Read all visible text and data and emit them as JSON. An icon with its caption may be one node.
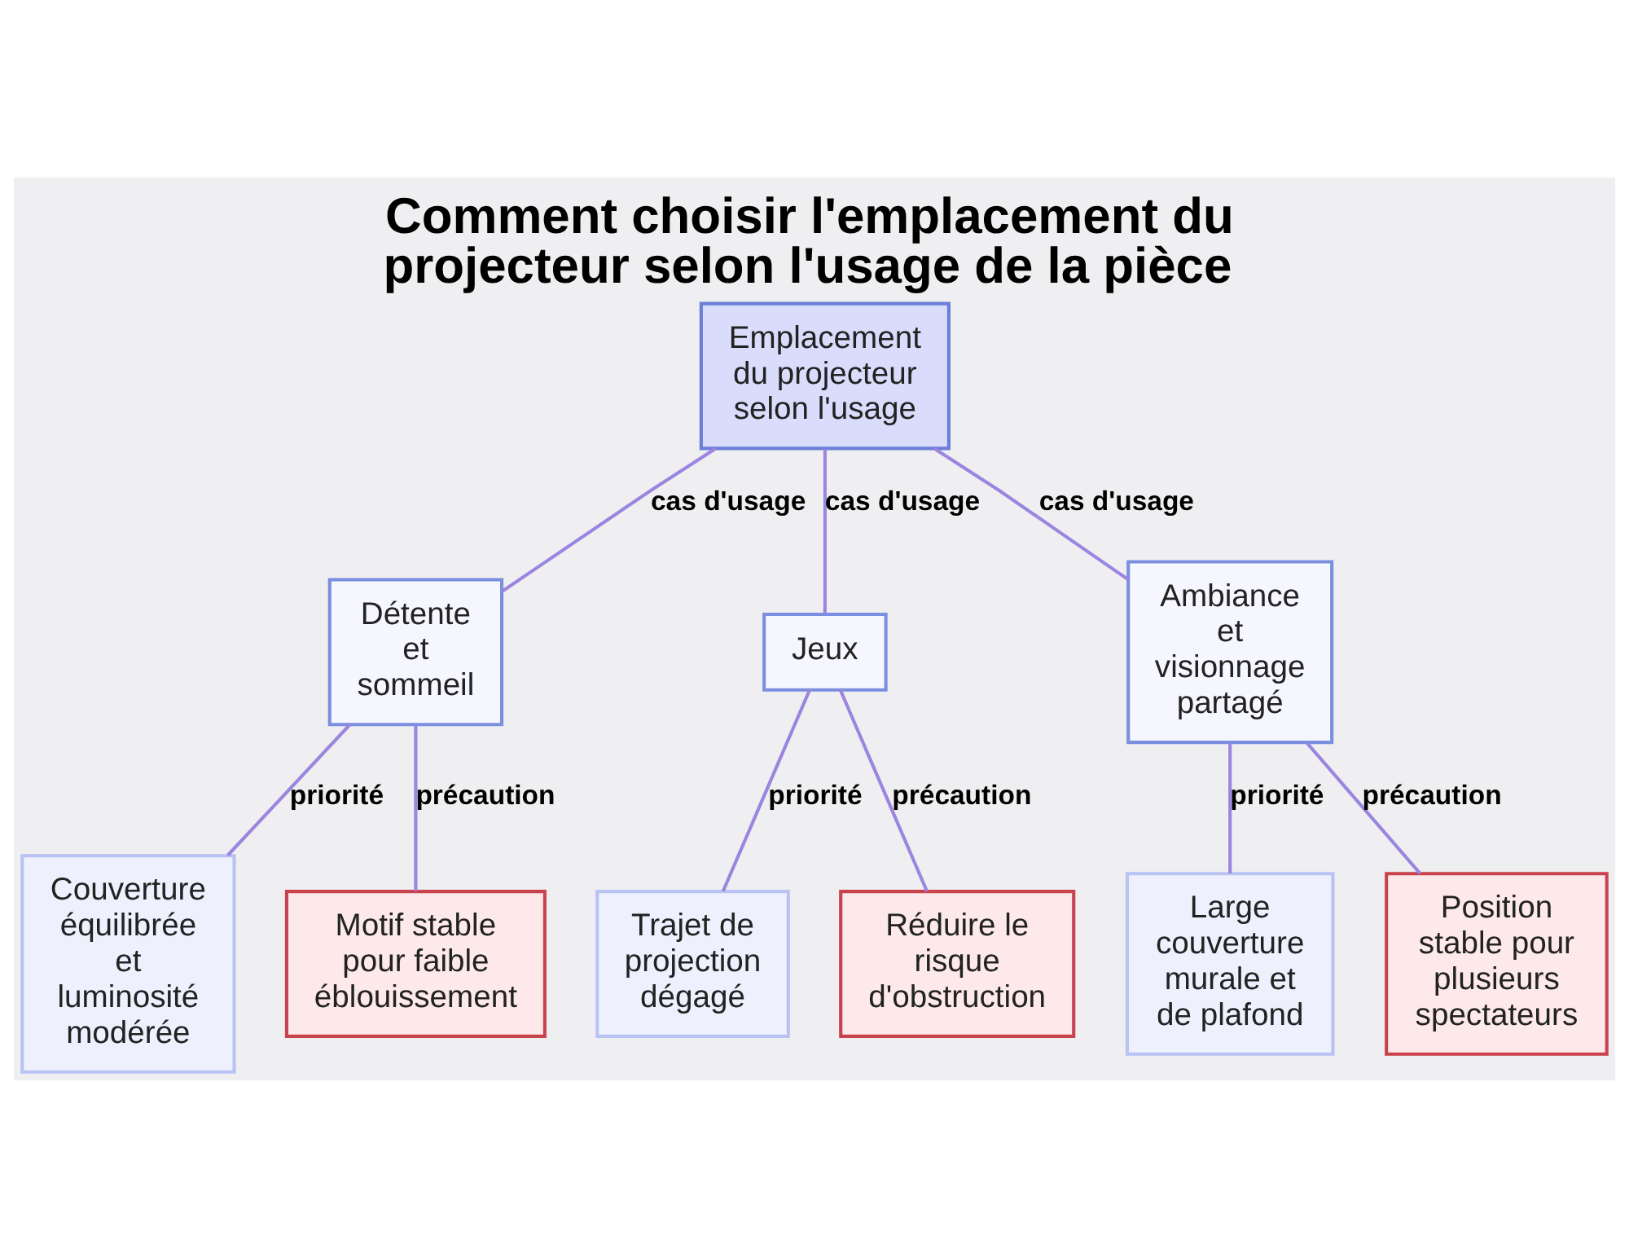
{
  "diagram": {
    "title": "Comment choisir l'emplacement du projecteur selon l'usage de la pièce",
    "nodes": [
      {
        "text": [
          "Emplacement du projecteur selon l'usage"
        ]
      },
      {
        "text": [
          "Détente et sommeil"
        ]
      },
      {
        "text": [
          "Jeux"
        ]
      },
      {
        "text": [
          "Ambiance et visionnage partagé"
        ]
      },
      {
        "text": [
          "Couverture équilibrée et luminosité modérée"
        ]
      },
      {
        "text": [
          "Motif stable pour faible éblouissement"
        ]
      },
      {
        "text": [
          "Trajet de projection dégagé"
        ]
      },
      {
        "text": [
          "Réduire le risque d'obstruction"
        ]
      },
      {
        "text": [
          "Large couverture murale et de plafond"
        ]
      },
      {
        "text": [
          "Position stable pour plusieurs spectateurs"
        ]
      }
    ],
    "edges": [
      {
        "from": 0,
        "to": 1,
        "arrow": "none",
        "label": "cas d'usage"
      },
      {
        "from": 0,
        "to": 2,
        "arrow": "none",
        "label": "cas d'usage"
      },
      {
        "from": 0,
        "to": 3,
        "arrow": "none",
        "label": "cas d'usage"
      },
      {
        "from": 1,
        "to": 4,
        "arrow": "none",
        "label": "priorité"
      },
      {
        "from": 1,
        "to": 5,
        "arrow": "none",
        "label": "précaution"
      },
      {
        "from": 2,
        "to": 6,
        "arrow": "none",
        "label": "priorité"
      },
      {
        "from": 2,
        "to": 7,
        "arrow": "none",
        "label": "précaution"
      },
      {
        "from": 3,
        "to": 8,
        "arrow": "none",
        "label": "priorité"
      },
      {
        "from": 3,
        "to": 9,
        "arrow": "none",
        "label": "précaution"
      }
    ]
  }
}
